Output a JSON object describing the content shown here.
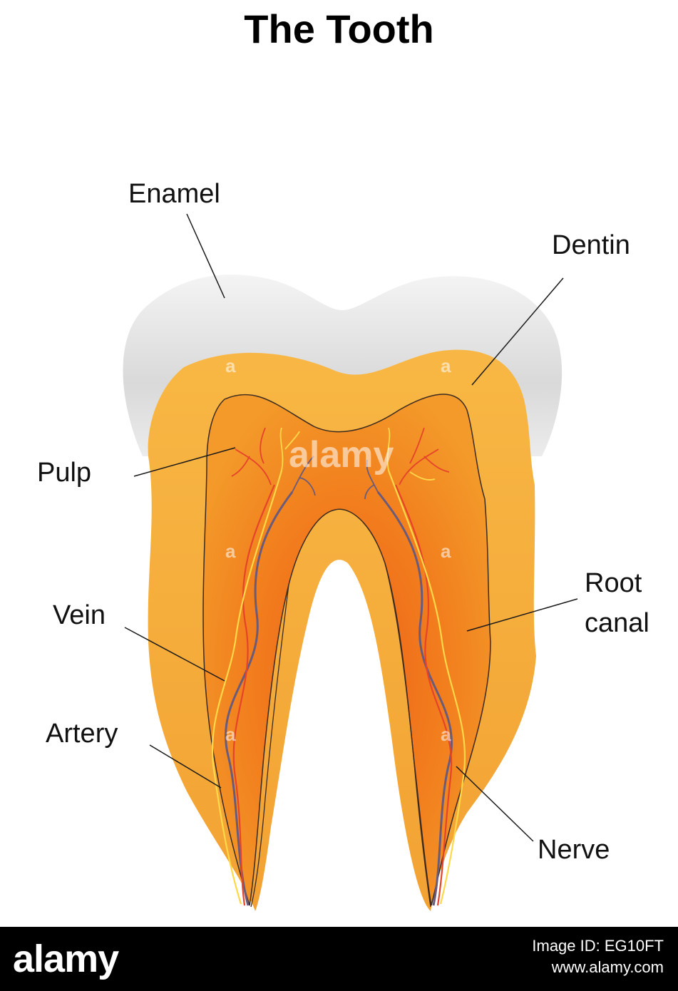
{
  "title": "The Tooth",
  "labels": {
    "enamel": "Enamel",
    "dentin": "Dentin",
    "pulp": "Pulp",
    "vein": "Vein",
    "artery": "Artery",
    "root_canal_line1": "Root",
    "root_canal_line2": "canal",
    "nerve": "Nerve"
  },
  "colors": {
    "enamel": "#e6e6e6",
    "dentin": "#f5a93a",
    "pulp": "#f08a1e",
    "pulp_core": "#ef6a1a",
    "vein": "#6b5b7a",
    "artery": "#e5442b",
    "nerve": "#ffd84a",
    "outline": "#3a2a20"
  },
  "watermark": {
    "text": "alamy",
    "small": "a"
  },
  "footer": {
    "logo": "alamy",
    "image_id": "Image ID: EG10FT",
    "site": "www.alamy.com"
  }
}
